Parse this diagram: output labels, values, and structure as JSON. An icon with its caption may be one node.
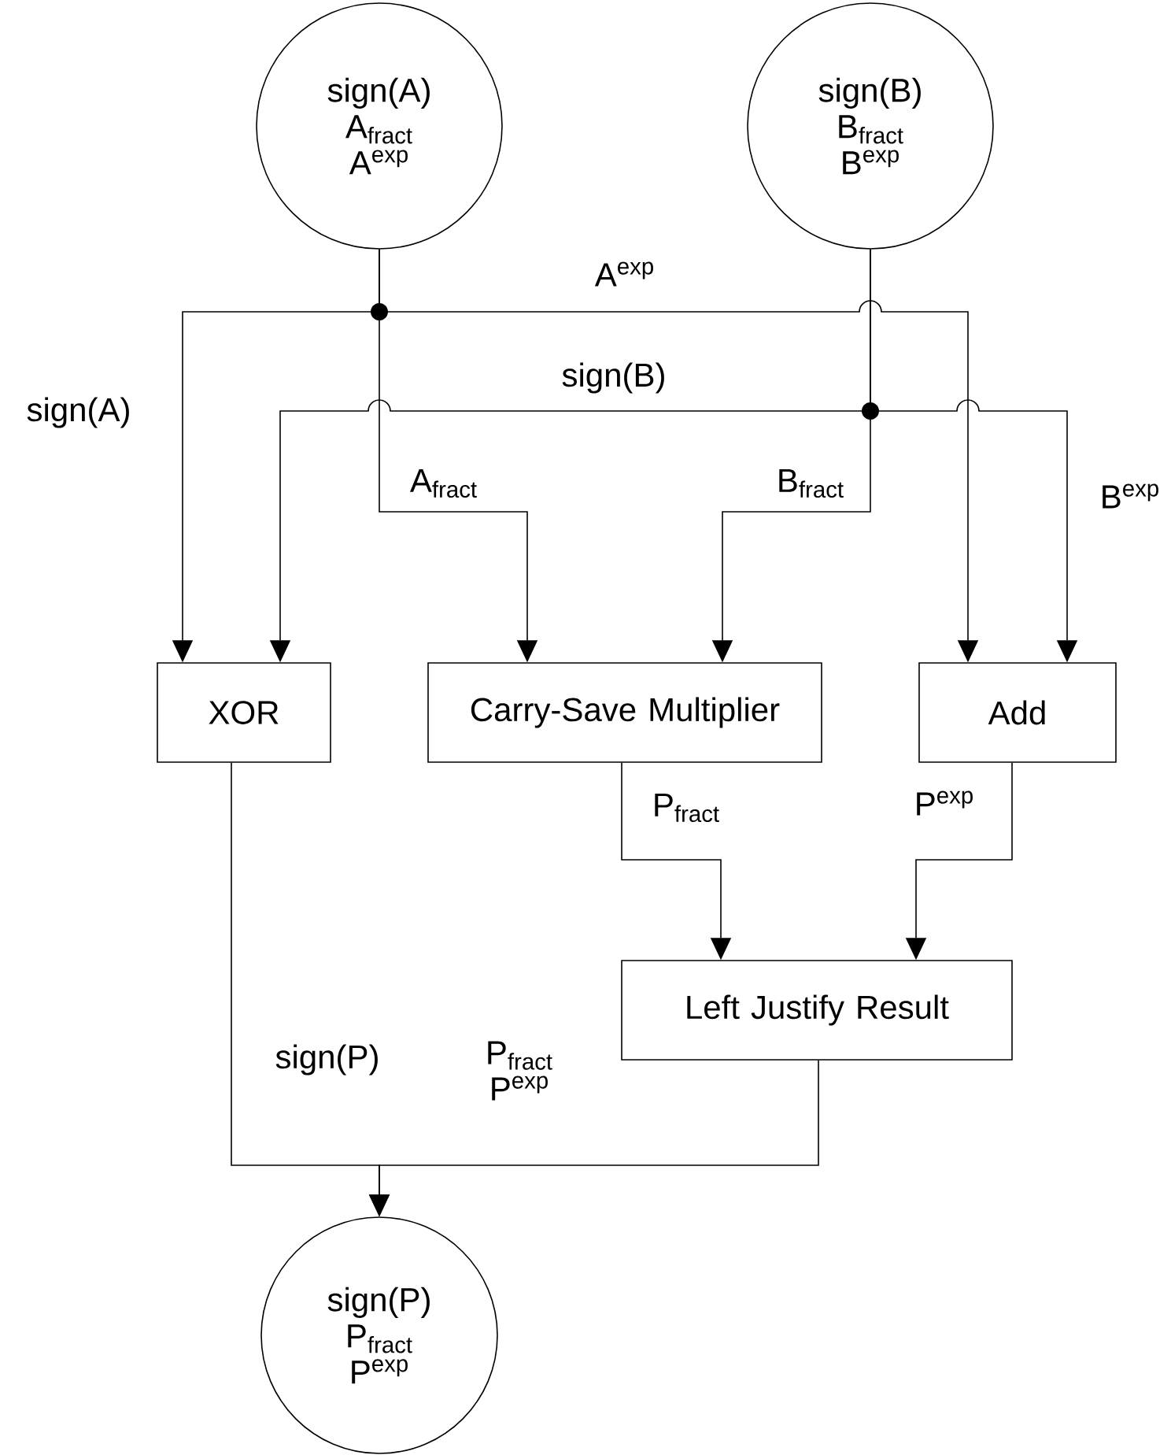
{
  "diagram": {
    "nodes": [
      {
        "text": [
          "sign(A)",
          "A$_{fract}$",
          "A$^{exp}$"
        ]
      },
      {
        "text": [
          "sign(B)",
          "B$_{fract}$",
          "B$^{exp}$"
        ]
      },
      {
        "text": [
          "XOR"
        ]
      },
      {
        "text": [
          "Carry-Save Multiplier"
        ]
      },
      {
        "text": [
          "Add"
        ]
      },
      {
        "text": [
          "Left Justify Result"
        ]
      },
      {
        "text": [
          "sign(P)",
          "P$_{fract}$",
          "P$^{exp}$"
        ]
      }
    ],
    "edges": [
      {
        "from": 0,
        "to": 2,
        "arrow": "to",
        "label": "sign(A)"
      },
      {
        "from": 0,
        "to": 4,
        "arrow": "to",
        "label": "A$^{exp}$"
      },
      {
        "from": 0,
        "to": 3,
        "arrow": "to",
        "label": "A$_{fract}$"
      },
      {
        "from": 1,
        "to": 2,
        "arrow": "to",
        "label": "sign(B)"
      },
      {
        "from": 1,
        "to": 3,
        "arrow": "to",
        "label": "B$_{fract}$"
      },
      {
        "from": 1,
        "to": 4,
        "arrow": "to",
        "label": "B$^{exp}$"
      },
      {
        "from": 3,
        "to": 5,
        "arrow": "to",
        "label": "P$_{fract}$"
      },
      {
        "from": 4,
        "to": 5,
        "arrow": "to",
        "label": "P$^{exp}$"
      },
      {
        "from": 2,
        "to": 6,
        "arrow": "to",
        "label": "sign(P)"
      },
      {
        "from": 5,
        "to": 6,
        "arrow": "to",
        "label": "P$_{fract}$ P$^{exp}$"
      }
    ]
  }
}
